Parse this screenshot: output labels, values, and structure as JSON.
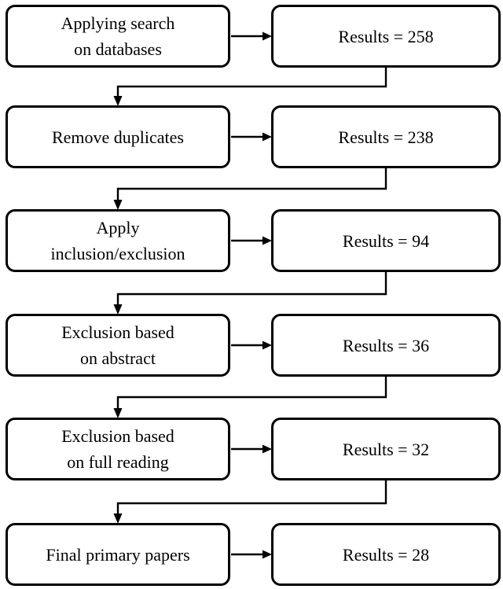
{
  "flowchart": {
    "type": "flow-diagram",
    "steps": [
      {
        "label": "Applying search\non databases",
        "result": "Results = 258",
        "count": 258
      },
      {
        "label": "Remove duplicates",
        "result": "Results = 238",
        "count": 238
      },
      {
        "label": "Apply\ninclusion/exclusion",
        "result": "Results = 94",
        "count": 94
      },
      {
        "label": "Exclusion based\non abstract",
        "result": "Results = 36",
        "count": 36
      },
      {
        "label": "Exclusion based\non full reading",
        "result": "Results = 32",
        "count": 32
      },
      {
        "label": "Final primary papers",
        "result": "Results = 28",
        "count": 28
      }
    ],
    "colors": {
      "box_border": "#000000",
      "box_fill": "#ffffff",
      "text": "#000000",
      "background": "#ffffff"
    }
  }
}
